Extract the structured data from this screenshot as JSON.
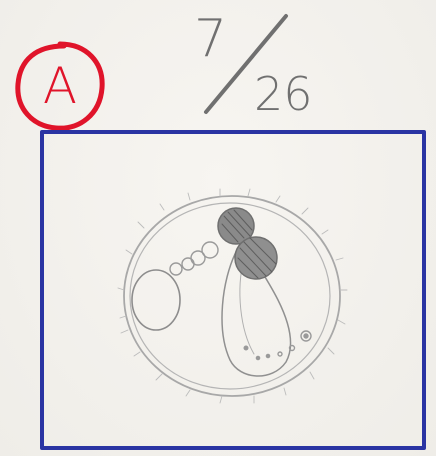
{
  "label": {
    "text": "A",
    "color": "#e0142a"
  },
  "date": {
    "month": "7",
    "day": "26",
    "ink_color": "#6b6b6b"
  },
  "frame": {
    "color": "#2a34a3"
  }
}
